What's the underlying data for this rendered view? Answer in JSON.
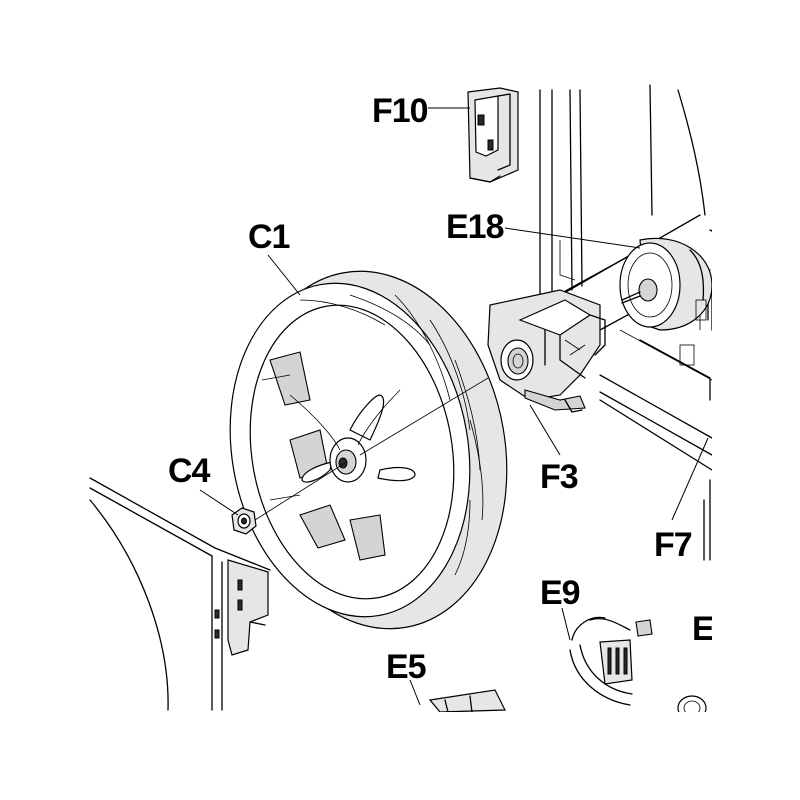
{
  "callouts": {
    "f10": "F10",
    "c1": "C1",
    "e18": "E18",
    "c4": "C4",
    "f3": "F3",
    "f7": "F7",
    "e9": "E9",
    "e5": "E5",
    "e_partial": "E"
  },
  "colors": {
    "line": "#000000",
    "background": "#ffffff",
    "shade": "#e6e6e6"
  }
}
